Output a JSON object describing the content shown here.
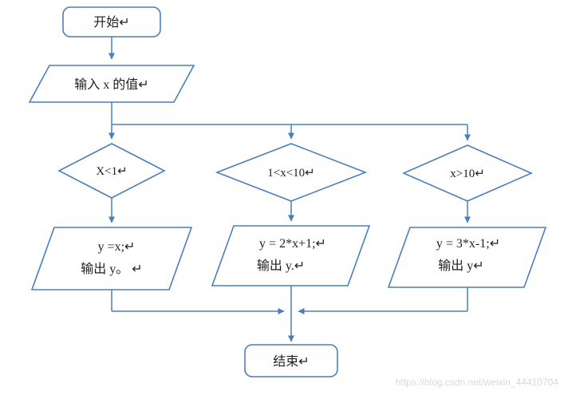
{
  "nodes": {
    "start": {
      "label": "开始↵"
    },
    "input": {
      "label": "输入 x 的值↵"
    },
    "cond1": {
      "label": "X<1↵"
    },
    "cond2": {
      "label": "1<x<10↵"
    },
    "cond3": {
      "label": "x>10↵"
    },
    "out1": {
      "line1": "y =x;↵",
      "line2": "输出 y。 ↵"
    },
    "out2": {
      "line1": "y = 2*x+1;↵",
      "line2": "输出 y.↵"
    },
    "out3": {
      "line1": "y  = 3*x-1;↵",
      "line2": "输出 y↵"
    },
    "end": {
      "label": "结束↵"
    }
  },
  "watermark": "https://blog.csdn.net/weixin_44410704",
  "colors": {
    "stroke": "#4a7ebb",
    "text": "#1f1f1f",
    "watermark": "#d9d9d9"
  }
}
